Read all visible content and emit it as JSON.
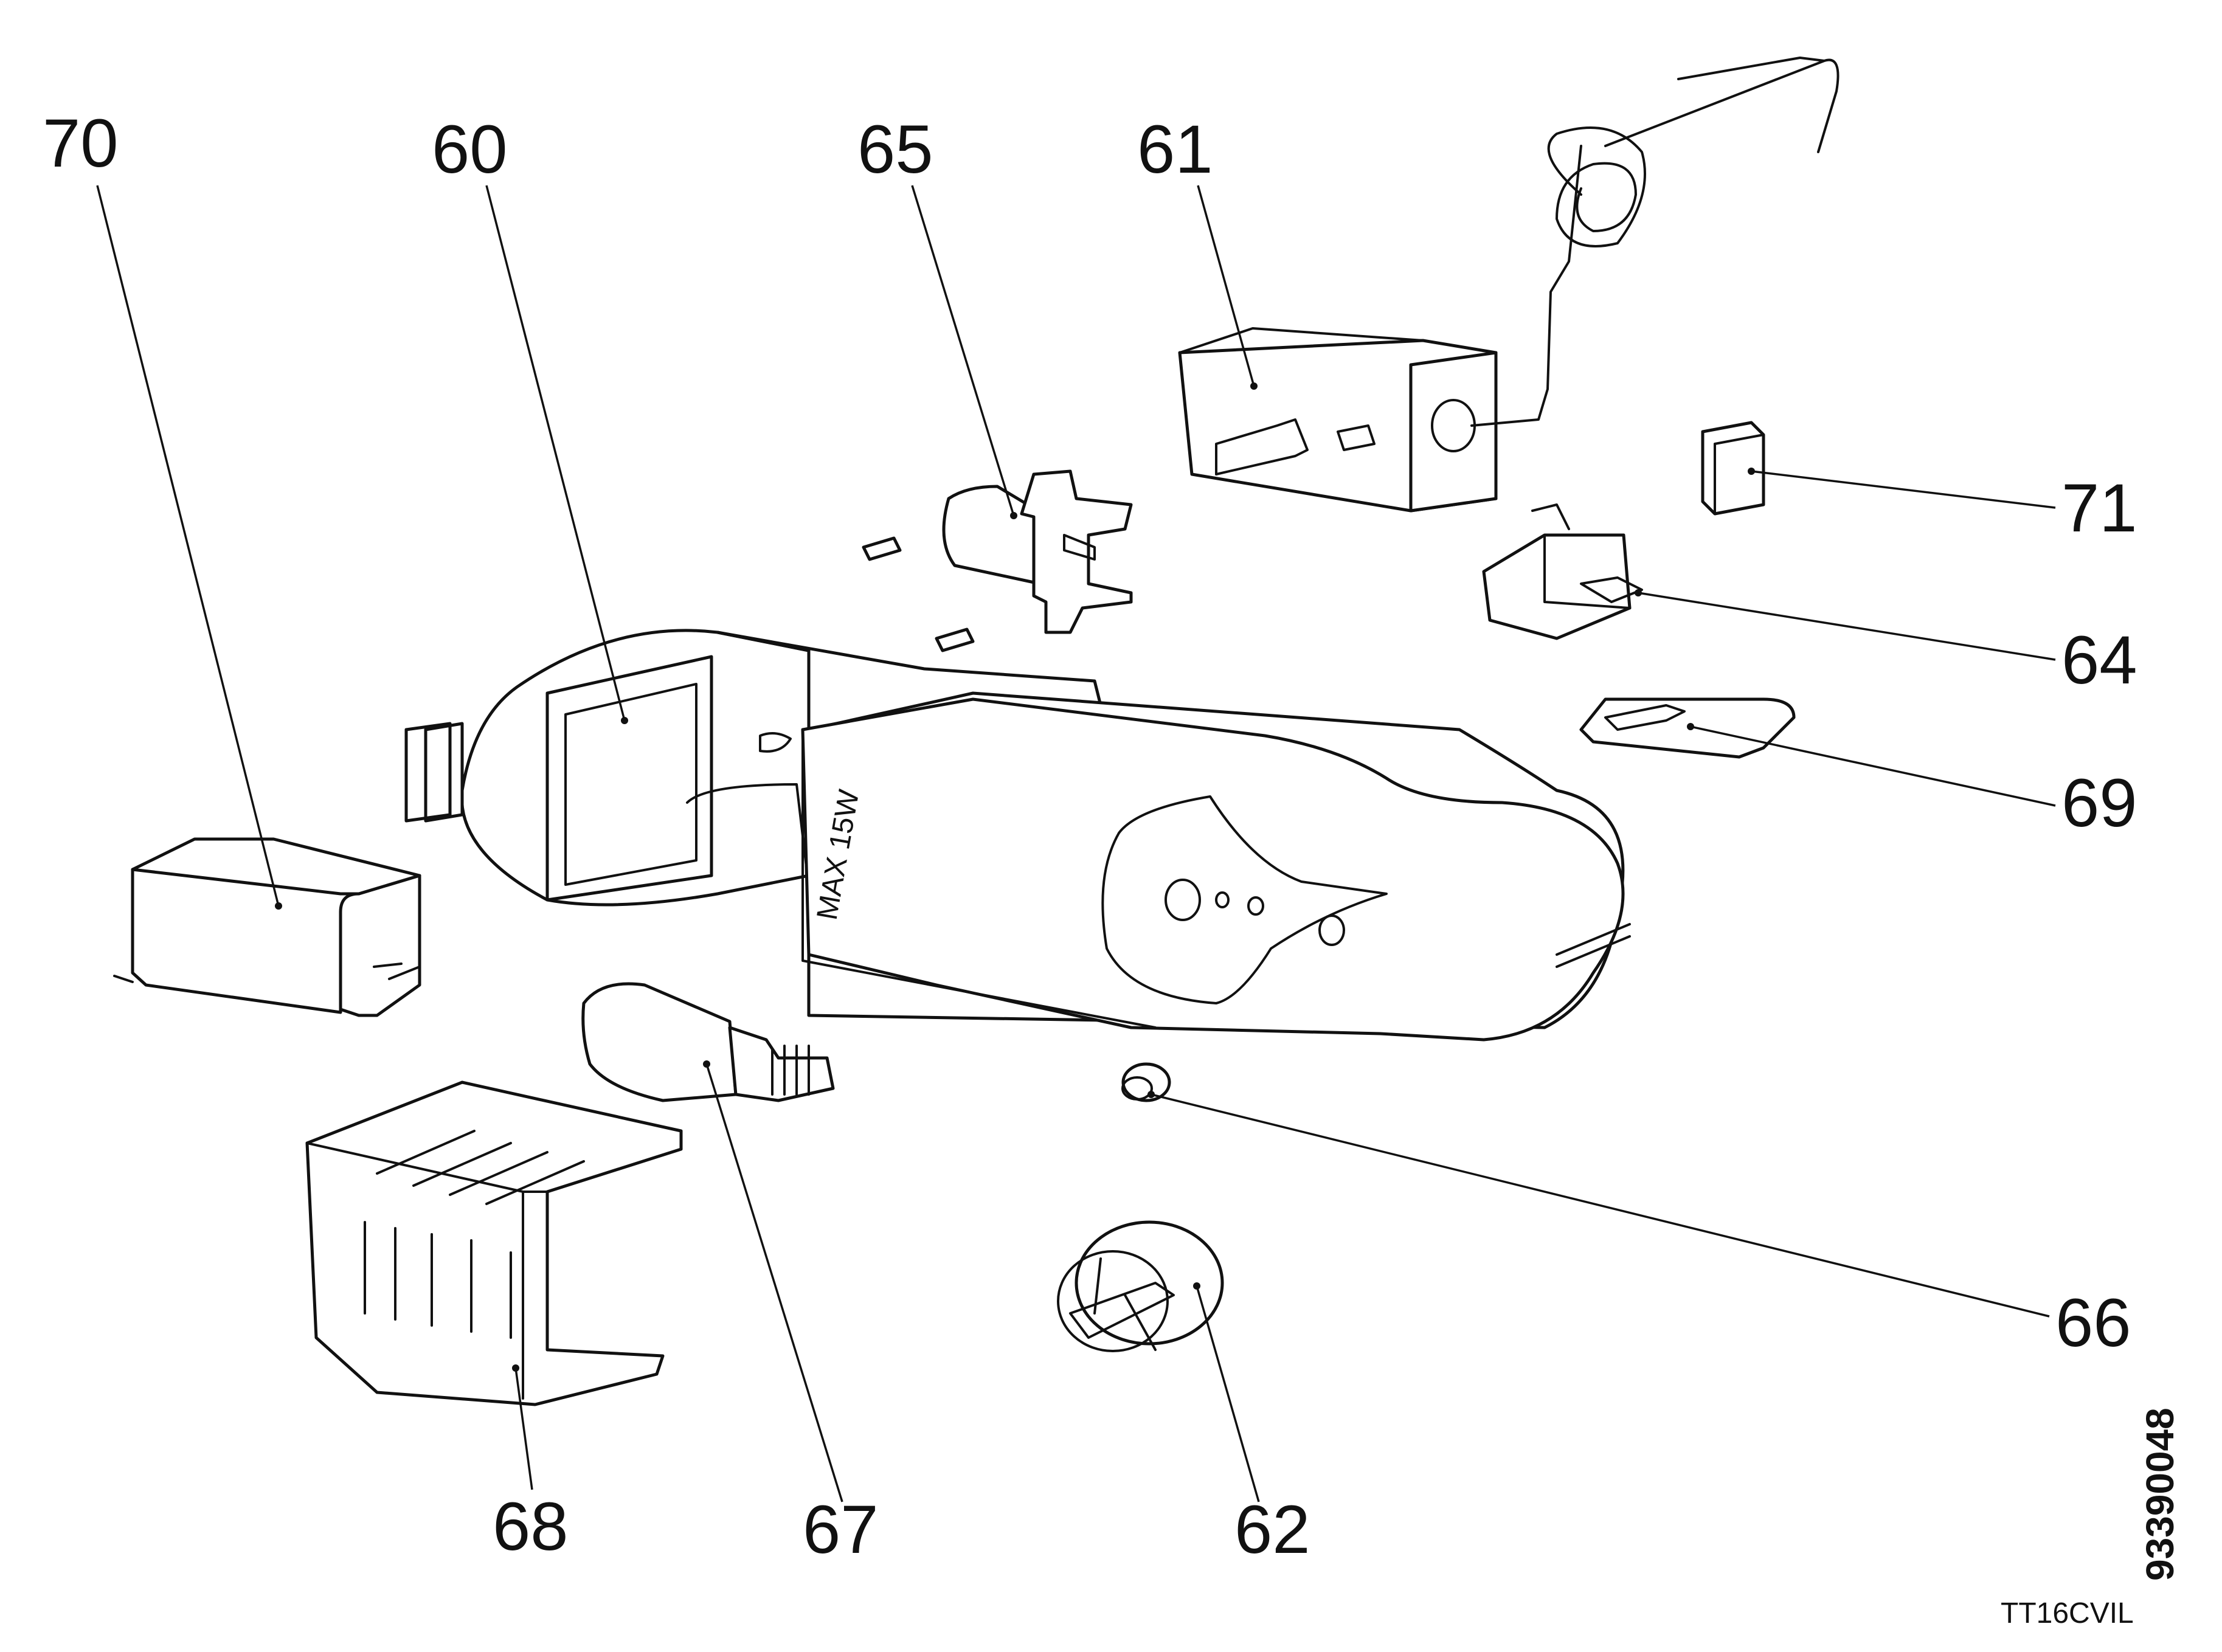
{
  "callouts": {
    "c70": "70",
    "c60": "60",
    "c65": "65",
    "c61": "61",
    "c71": "71",
    "c64": "64",
    "c69": "69",
    "c66": "66",
    "c62": "62",
    "c67": "67",
    "c68": "68"
  },
  "housing_marking": "MAX 15W",
  "document_number": "93390048",
  "figure_code": "TT16CVIL",
  "colors": {
    "ink": "#111111",
    "background": "#ffffff"
  }
}
